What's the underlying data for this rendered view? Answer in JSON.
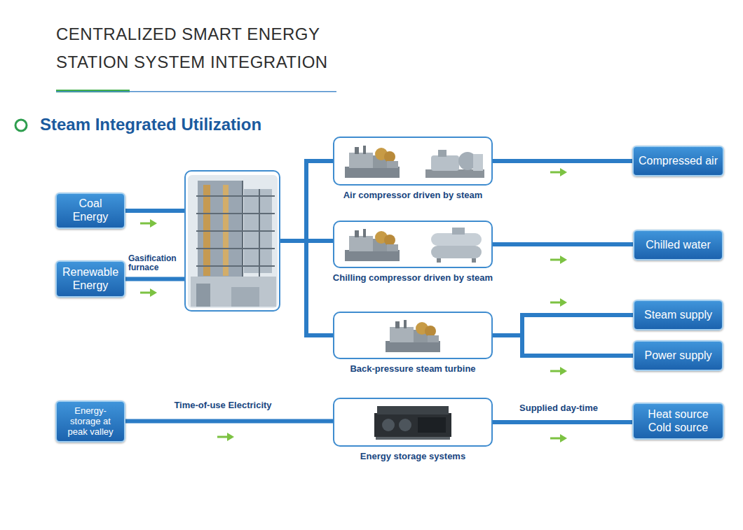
{
  "diagram": {
    "title": "CENTRALIZED SMART ENERGY STATION SYSTEM INTEGRATION",
    "nodes": [
      {
        "text": [
          "Coal Energy"
        ]
      },
      {
        "text": [
          "Renewable Energy"
        ]
      },
      {
        "text": [
          "Gasification furnace"
        ]
      },
      {
        "text": [
          "Air compressor driven by steam"
        ]
      },
      {
        "text": [
          "Compressed air"
        ]
      },
      {
        "text": [
          "Chilling compressor driven by steam"
        ]
      },
      {
        "text": [
          "Chilled water"
        ]
      },
      {
        "text": [
          "Back-pressure steam turbine"
        ]
      },
      {
        "text": [
          "Steam supply"
        ]
      },
      {
        "text": [
          "Power supply"
        ]
      },
      {
        "text": [
          "Energy-storage at peak valley"
        ]
      },
      {
        "text": [
          "Energy storage systems"
        ]
      },
      {
        "text": [
          "Heat source Cold source"
        ]
      }
    ],
    "edges": [
      {
        "from": 0,
        "to": 2,
        "arrow": "none"
      },
      {
        "from": 1,
        "to": 2,
        "arrow": "none"
      },
      {
        "from": 2,
        "to": 3,
        "arrow": "none"
      },
      {
        "from": 2,
        "to": 5,
        "arrow": "none"
      },
      {
        "from": 2,
        "to": 7,
        "arrow": "none"
      },
      {
        "from": 3,
        "to": 4,
        "arrow": "none"
      },
      {
        "from": 5,
        "to": 6,
        "arrow": "none"
      },
      {
        "from": 7,
        "to": 8,
        "arrow": "none"
      },
      {
        "from": 7,
        "to": 9,
        "arrow": "none"
      },
      {
        "from": 10,
        "to": 11,
        "label": "Time-of-use Electricity",
        "arrow": "none"
      },
      {
        "from": 11,
        "to": 12,
        "label": "Supplied day-time",
        "arrow": "none"
      }
    ],
    "labels": [
      "Steam Integrated Utilization"
    ]
  }
}
